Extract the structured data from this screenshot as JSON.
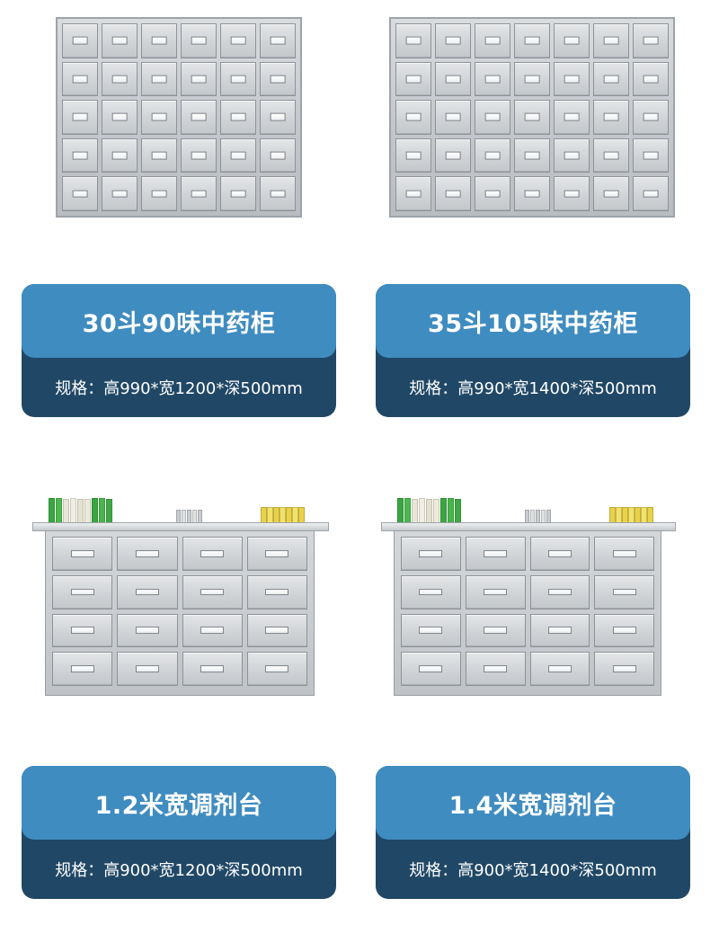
{
  "products": [
    {
      "title": "30斗90味中药柜",
      "spec": "规格：高990*宽1200*深500mm",
      "image": "stainless-drawer-cabinet-6x5"
    },
    {
      "title": "35斗105味中药柜",
      "spec": "规格：高990*宽1400*深500mm",
      "image": "stainless-drawer-cabinet-7x5"
    },
    {
      "title": "1.2米宽调剂台",
      "spec": "规格：高900*宽1200*深500mm",
      "image": "stainless-dispensing-table-4x4"
    },
    {
      "title": "1.4米宽调剂台",
      "spec": "规格：高900*宽1400*深500mm",
      "image": "stainless-dispensing-table-4x4"
    }
  ],
  "colors": {
    "card_top": "#3f8cc0",
    "card_bottom": "#204866",
    "steel": "#c9cdd1"
  }
}
